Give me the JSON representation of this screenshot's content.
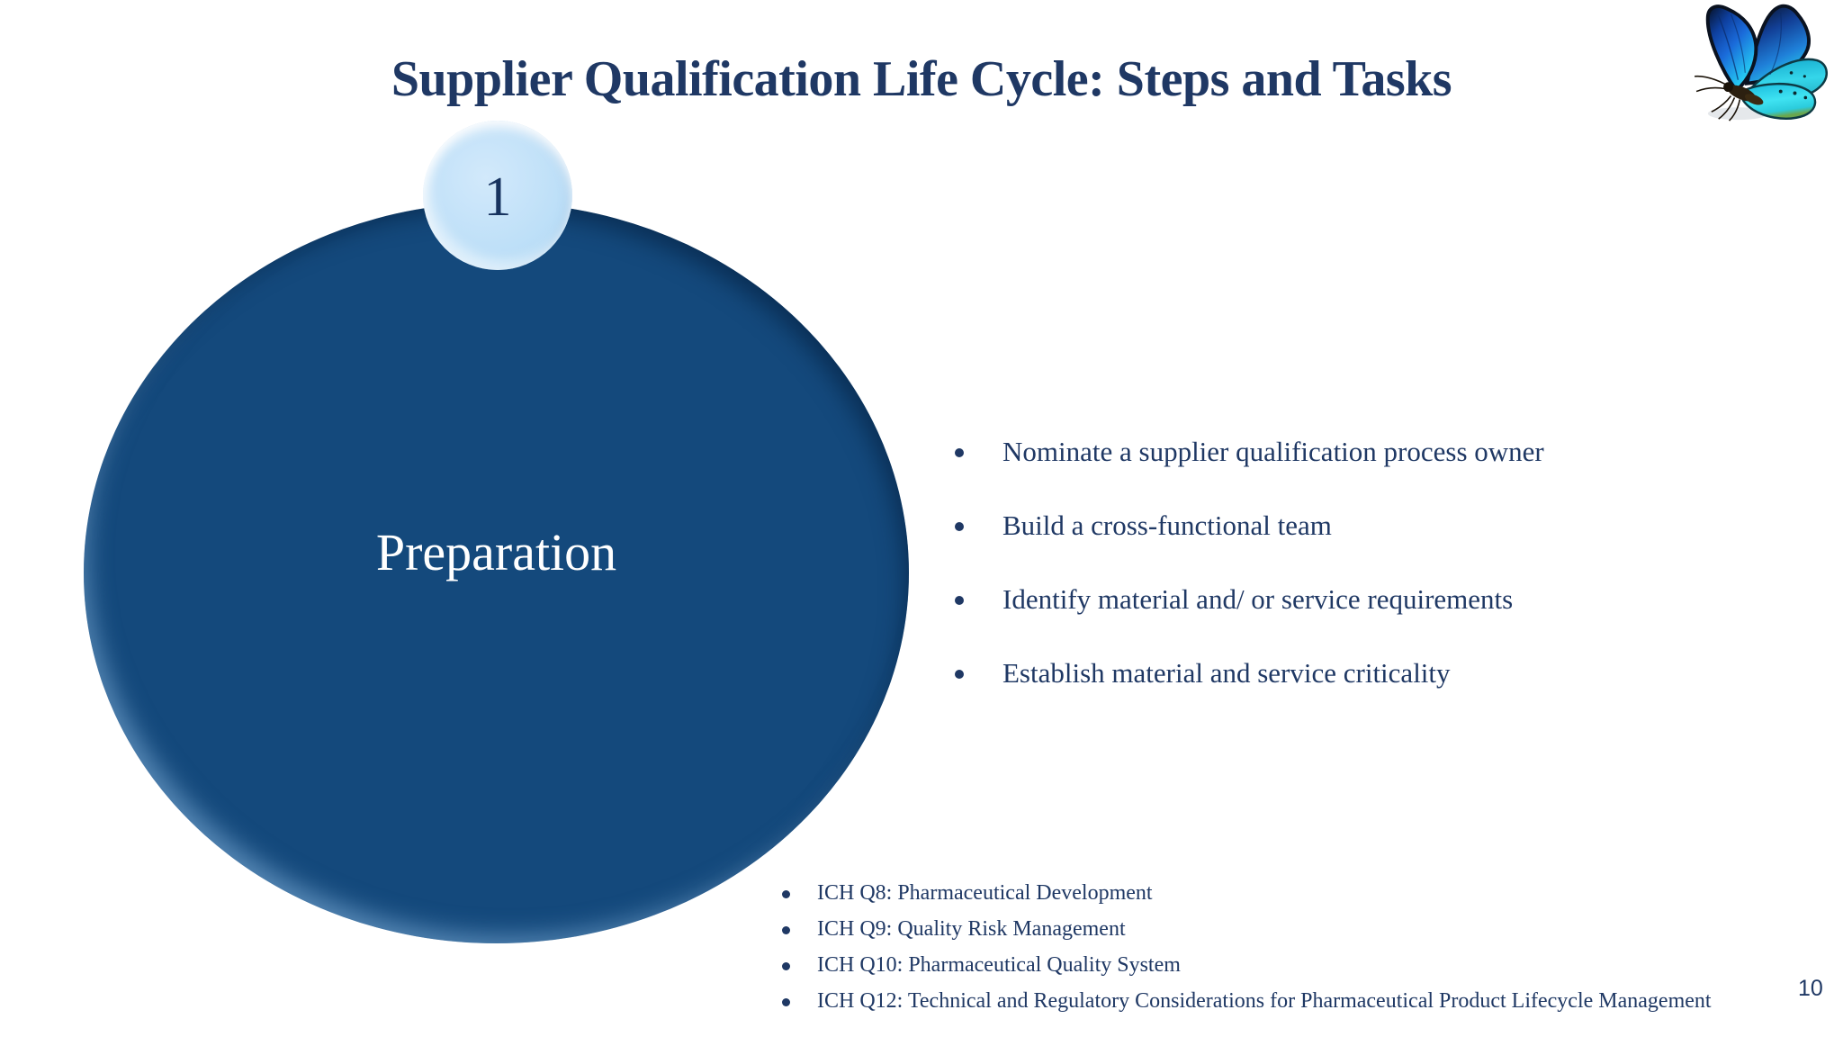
{
  "slide": {
    "title": "Supplier Qualification Life Cycle: Steps and Tasks",
    "page_number": "10"
  },
  "step": {
    "number": "1",
    "label": "Preparation"
  },
  "tasks": {
    "items": [
      "Nominate a supplier qualification process owner",
      "Build a cross-functional team",
      "Identify material and/ or service requirements",
      "Establish material and service criticality"
    ]
  },
  "references": {
    "items": [
      "ICH Q8: Pharmaceutical Development",
      "ICH Q9: Quality Risk Management",
      "ICH Q10: Pharmaceutical Quality System",
      "ICH Q12: Technical and Regulatory Considerations for Pharmaceutical Product Lifecycle Management"
    ]
  },
  "icons": {
    "butterfly": "butterfly-icon",
    "bullet": "bullet-dot-icon"
  },
  "colors": {
    "background": "#ffffff",
    "title_text": "#1f3864",
    "body_text": "#1f3864",
    "circle_fill": "#14497c",
    "circle_text": "#ffffff",
    "badge_fill": "#bfe0f8",
    "badge_text": "#17335f"
  }
}
